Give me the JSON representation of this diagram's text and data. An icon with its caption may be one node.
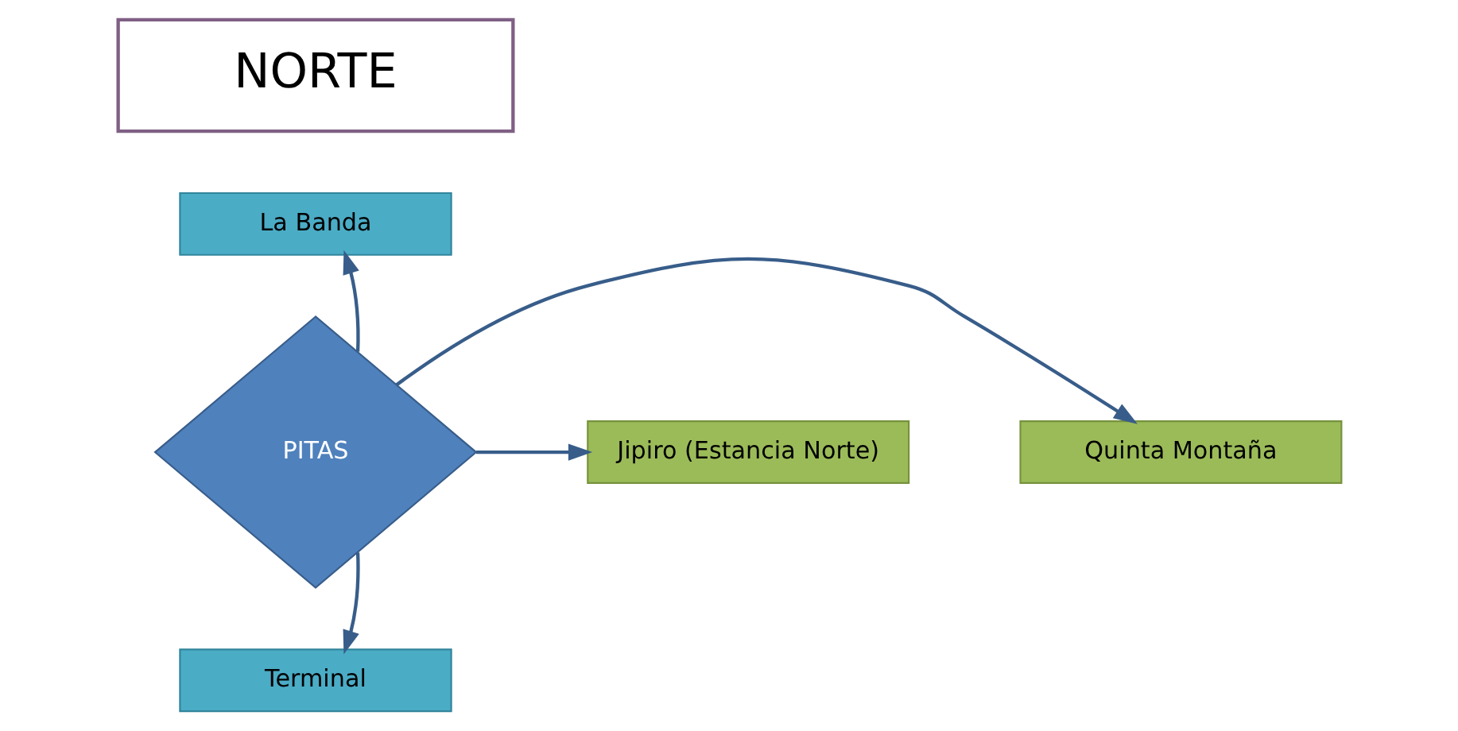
{
  "diagram": {
    "nodes": [
      {
        "text": [
          "NORTE"
        ]
      },
      {
        "text": [
          "La Banda"
        ]
      },
      {
        "text": [
          "Quinta Montaña"
        ]
      },
      {
        "text": [
          "PITAS"
        ]
      },
      {
        "text": [
          "Jipiro (Estancia Norte)"
        ]
      },
      {
        "text": [
          "Terminal"
        ]
      }
    ],
    "edges": [
      {
        "from": 3,
        "to": 1,
        "arrow": "to"
      },
      {
        "from": 3,
        "to": 2,
        "arrow": "to"
      },
      {
        "from": 3,
        "to": 4,
        "arrow": "to"
      },
      {
        "from": 3,
        "to": 5,
        "arrow": "to"
      }
    ]
  }
}
